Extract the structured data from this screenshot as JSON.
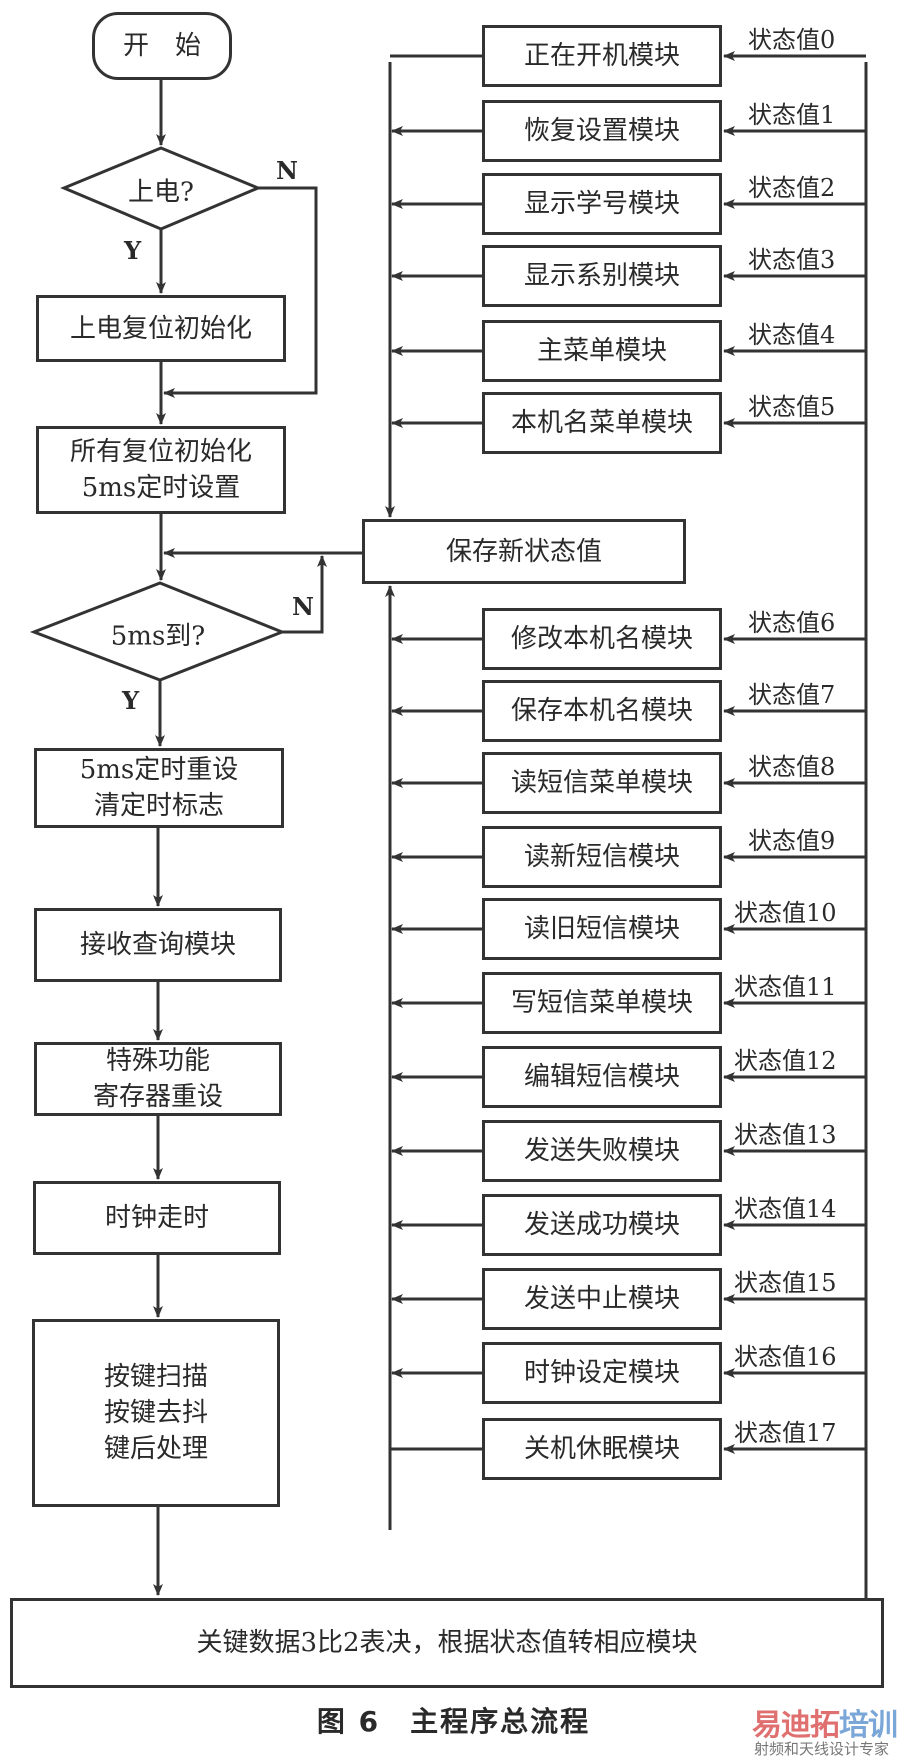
{
  "flowchart": {
    "start": "开　始",
    "decision_power": "上电?",
    "decision_5ms": "5ms到?",
    "yes": "Y",
    "no": "N",
    "left_steps": [
      "上电复位初始化",
      "所有复位初始化\n5ms定时设置",
      "5ms定时重设\n清定时标志",
      "接收查询模块",
      "特殊功能\n寄存器重设",
      "时钟走时",
      "按键扫描\n按键去抖\n键后处理"
    ],
    "save_state": "保存新状态值",
    "dispatch": "关键数据3比2表决，根据状态值转相应模块",
    "modules": [
      {
        "label": "正在开机模块",
        "state": "状态值0"
      },
      {
        "label": "恢复设置模块",
        "state": "状态值1"
      },
      {
        "label": "显示学号模块",
        "state": "状态值2"
      },
      {
        "label": "显示系别模块",
        "state": "状态值3"
      },
      {
        "label": "主菜单模块",
        "state": "状态值4"
      },
      {
        "label": "本机名菜单模块",
        "state": "状态值5"
      },
      {
        "label": "修改本机名模块",
        "state": "状态值6"
      },
      {
        "label": "保存本机名模块",
        "state": "状态值7"
      },
      {
        "label": "读短信菜单模块",
        "state": "状态值8"
      },
      {
        "label": "读新短信模块",
        "state": "状态值9"
      },
      {
        "label": "读旧短信模块",
        "state": "状态值10"
      },
      {
        "label": "写短信菜单模块",
        "state": "状态值11"
      },
      {
        "label": "编辑短信模块",
        "state": "状态值12"
      },
      {
        "label": "发送失败模块",
        "state": "状态值13"
      },
      {
        "label": "发送成功模块",
        "state": "状态值14"
      },
      {
        "label": "发送中止模块",
        "state": "状态值15"
      },
      {
        "label": "时钟设定模块",
        "state": "状态值16"
      },
      {
        "label": "关机休眠模块",
        "state": "状态值17"
      }
    ]
  },
  "caption": "图 6　主程序总流程",
  "watermark": {
    "brand_part1": "易迪拓",
    "brand_part2": "培训",
    "tagline": "射频和天线设计专家"
  }
}
